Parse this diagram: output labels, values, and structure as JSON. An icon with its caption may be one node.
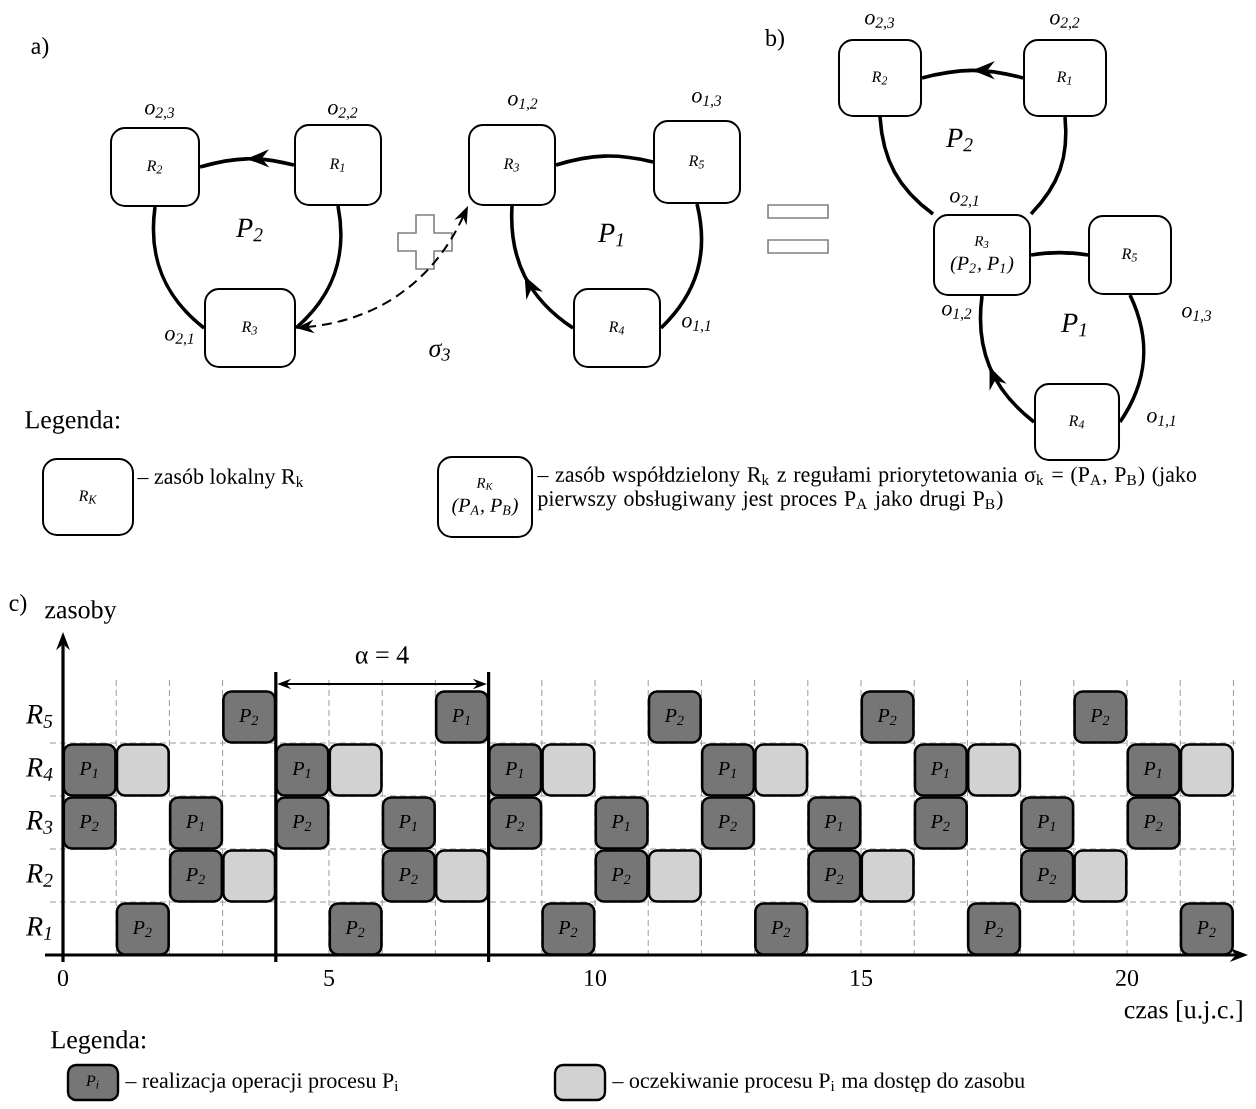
{
  "diagram": {
    "nodes": [
      {
        "text": [
          "R$_{2}$"
        ],
        "beside": [
          "o$_{2,3}$"
        ]
      },
      {
        "text": [
          "R$_{1}$"
        ],
        "beside": [
          "o$_{2,2}$"
        ]
      },
      {
        "text": [
          "R$_{3}$"
        ],
        "beside": [
          "o$_{1,2}$"
        ]
      },
      {
        "text": [
          "R$_{5}$"
        ],
        "beside": [
          "o$_{1,3}$"
        ]
      },
      {
        "text": [
          "R$_{3}$"
        ],
        "beside": [
          "o$_{2,1}$"
        ]
      },
      {
        "text": [
          "R$_{4}$"
        ],
        "beside": [
          "o$_{1,1}$"
        ]
      },
      {
        "text": [
          "R$_{2}$"
        ],
        "beside": [
          "o$_{2,3}$"
        ]
      },
      {
        "text": [
          "R$_{1}$"
        ],
        "beside": [
          "o$_{2,2}$"
        ]
      },
      {
        "text": [
          "R$_{3}$",
          "(P$_{2}$, P$_{1}$)"
        ],
        "beside": [
          "o$_{2,1}$",
          "o$_{1,2}$"
        ]
      },
      {
        "text": [
          "R$_{5}$"
        ],
        "beside": [
          "o$_{1,3}$"
        ]
      },
      {
        "text": [
          "R$_{4}$"
        ],
        "beside": [
          "o$_{1,1}$"
        ]
      },
      {
        "text": [
          "R$_{K}$"
        ],
        "beside": [
          "– zasób lokalny R$_{k}$"
        ]
      },
      {
        "text": [
          "R$_{K}$",
          "(P$_{A}$, P$_{B}$)"
        ],
        "beside": [
          "– zasób współdzielony R$_{k}$ z regułami priorytetowania σ$_{k}$ = (P$_{A}$, P$_{B}$) (jako pierwszy obsługiwany jest proces P$_{A}$ jako drugi P$_{B}$)"
        ]
      },
      {
        "text": [
          "P$_{2}$"
        ]
      },
      {
        "text": [
          "P$_{1}$"
        ]
      },
      {
        "text": [
          "P$_{2}$"
        ]
      },
      {
        "text": [
          "P$_{2}$"
        ]
      },
      {
        "text": [
          "P$_{2}$"
        ]
      },
      {
        "text": [
          "P$_{1}$"
        ]
      },
      {
        "text": [],
        "shape": "box"
      },
      {
        "text": [
          "P$_{1}$"
        ]
      },
      {
        "text": [],
        "shape": "box"
      },
      {
        "text": [
          "P$_{1}$"
        ]
      },
      {
        "text": [],
        "shape": "box"
      },
      {
        "text": [
          "P$_{1}$"
        ]
      },
      {
        "text": [],
        "shape": "box"
      },
      {
        "text": [
          "P$_{1}$"
        ]
      },
      {
        "text": [],
        "shape": "box"
      },
      {
        "text": [
          "P$_{1}$"
        ]
      },
      {
        "text": [],
        "shape": "box"
      },
      {
        "text": [
          "P$_{2}$"
        ]
      },
      {
        "text": [
          "P$_{1}$"
        ]
      },
      {
        "text": [
          "P$_{2}$"
        ]
      },
      {
        "text": [
          "P$_{1}$"
        ]
      },
      {
        "text": [
          "P$_{2}$"
        ]
      },
      {
        "text": [
          "P$_{1}$"
        ]
      },
      {
        "text": [
          "P$_{2}$"
        ]
      },
      {
        "text": [
          "P$_{1}$"
        ]
      },
      {
        "text": [
          "P$_{2}$"
        ]
      },
      {
        "text": [
          "P$_{1}$"
        ]
      },
      {
        "text": [
          "P$_{2}$"
        ]
      },
      {
        "text": [
          "P$_{2}$"
        ]
      },
      {
        "text": [],
        "shape": "box"
      },
      {
        "text": [
          "P$_{2}$"
        ]
      },
      {
        "text": [],
        "shape": "box"
      },
      {
        "text": [
          "P$_{2}$"
        ]
      },
      {
        "text": [],
        "shape": "box"
      },
      {
        "text": [
          "P$_{2}$"
        ]
      },
      {
        "text": [],
        "shape": "box"
      },
      {
        "text": [
          "P$_{2}$"
        ]
      },
      {
        "text": [],
        "shape": "box"
      },
      {
        "text": [
          "P$_{2}$"
        ]
      },
      {
        "text": [
          "P$_{2}$"
        ]
      },
      {
        "text": [
          "P$_{2}$"
        ]
      },
      {
        "text": [
          "P$_{2}$"
        ]
      },
      {
        "text": [
          "P$_{2}$"
        ]
      },
      {
        "text": [
          "P$_{2}$"
        ]
      }
    ],
    "edges": [
      {
        "from": 1,
        "to": 0,
        "arrow": "to"
      },
      {
        "from": 0,
        "to": 4,
        "arrow": "none"
      },
      {
        "from": 4,
        "to": 1,
        "arrow": "none"
      },
      {
        "from": 2,
        "to": 3,
        "arrow": "none"
      },
      {
        "from": 3,
        "to": 5,
        "arrow": "none"
      },
      {
        "from": 5,
        "to": 2,
        "arrow": "to"
      },
      {
        "from": 2,
        "to": 4,
        "arrow": "both",
        "style": "dashed",
        "label": "σ$_{3}$"
      },
      {
        "from": 7,
        "to": 6,
        "arrow": "to"
      },
      {
        "from": 6,
        "to": 8,
        "arrow": "none"
      },
      {
        "from": 8,
        "to": 7,
        "arrow": "none"
      },
      {
        "from": 8,
        "to": 9,
        "arrow": "none"
      },
      {
        "from": 9,
        "to": 10,
        "arrow": "none"
      },
      {
        "from": 10,
        "to": 8,
        "arrow": "to"
      }
    ],
    "labels": [
      "a)",
      "b)",
      "P$_{2}$",
      "P$_{1}$",
      "P$_{2}$",
      "P$_{1}$",
      "Legenda:",
      "c)",
      "zasoby",
      "α = 4",
      "R$_{5}$",
      "R$_{4}$",
      "R$_{3}$",
      "R$_{2}$",
      "R$_{1}$",
      "0",
      "5",
      "10",
      "15",
      "20",
      "czas [u.j.c.]",
      "Legenda:",
      "P$_{i}$"
    ],
    "legend": [
      {
        "text": "– realizacja operacji procesu P$_{i}$",
        "color": "#767676"
      },
      {
        "text": "– oczekiwanie procesu P$_{i}$ ma dostęp do zasobu",
        "color": "#d2d2d2"
      }
    ]
  }
}
